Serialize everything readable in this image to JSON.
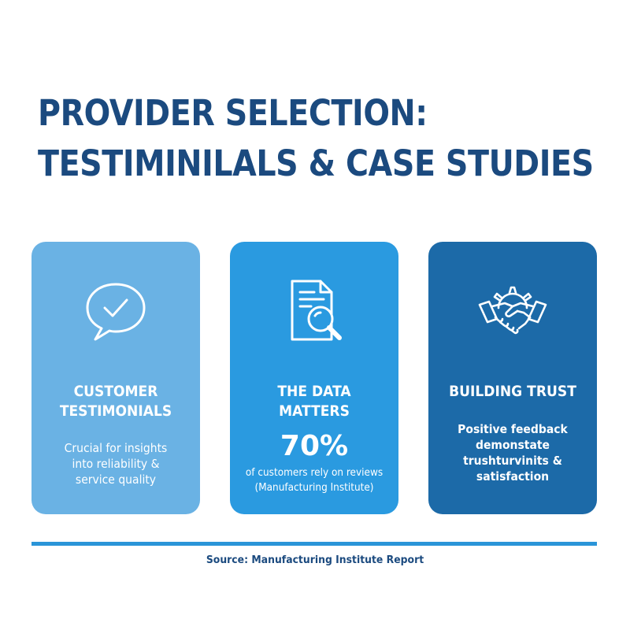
{
  "title": {
    "line1": "PROVIDER SELECTION:",
    "line2": "TESTIMINILALS & CASE STUDIES"
  },
  "cards": [
    {
      "icon": "speech-bubble-check-icon",
      "heading_line1": "CUSTOMER",
      "heading_line2": "TESTIMONIALS",
      "body_line1": "Crucial for insights",
      "body_line2": "into reliability &",
      "body_line3": "service quality",
      "color": "#6ab2e4"
    },
    {
      "icon": "document-magnifier-icon",
      "heading": "THE DATA MATTERS",
      "stat_value": "70%",
      "stat_label_line1": "of customers rely on reviews",
      "stat_label_line2": "(Manufacturing Institute)",
      "color": "#2a9ae0"
    },
    {
      "icon": "handshake-gear-icon",
      "heading": "BUILDING TRUST",
      "body_line1": "Positive feedback",
      "body_line2": "demonstate",
      "body_line3": "trushturvinits &",
      "body_line4": "satisfaction",
      "color": "#1c6aa8"
    }
  ],
  "source": "Source: Manufacturing Institute Report",
  "colors": {
    "title": "#1b4a7f",
    "divider": "#2a95d8"
  }
}
